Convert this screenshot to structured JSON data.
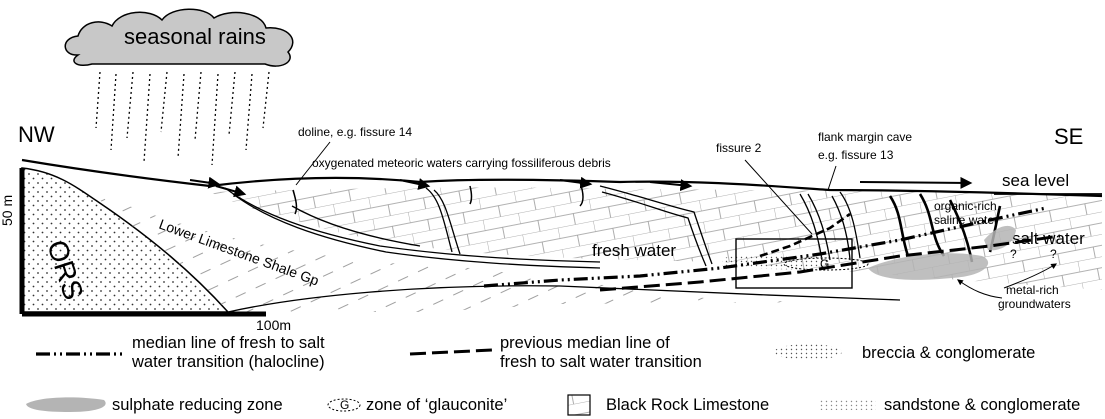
{
  "cloud_label": "seasonal rains",
  "directions": {
    "left": "NW",
    "right": "SE"
  },
  "scale": {
    "vertical": "50 m",
    "horizontal": "100m"
  },
  "labels": {
    "doline": "doline, e.g. fissure 14",
    "meteoric": "oxygenated meteoric waters carrying fossiliferous debris",
    "fissure2": "fissure 2",
    "flank1": "flank margin cave",
    "flank2": "e.g. fissure 13",
    "sea_level": "sea level",
    "organic1": "organic-rich",
    "organic2": "saline water",
    "salt_water": "salt water",
    "fresh_water": "fresh water",
    "ors": "ORS",
    "shale": "Lower Limestone Shale Gp",
    "metal1": "metal-rich",
    "metal2": "groundwaters",
    "glauconite_symbol": "G",
    "q1": "?",
    "q2": "?"
  },
  "legend": [
    {
      "key": "halocline",
      "line1": "median line of fresh to salt",
      "line2": "water transition (halocline)"
    },
    {
      "key": "previous",
      "line1": "previous median line of",
      "line2": "fresh to salt water transition"
    },
    {
      "key": "breccia",
      "line1": "breccia & conglomerate"
    },
    {
      "key": "sulphate",
      "line1": "sulphate reducing zone"
    },
    {
      "key": "glauconite",
      "line1": "zone of ‘glauconite’",
      "symbol": "G"
    },
    {
      "key": "limestone",
      "line1": "Black Rock Limestone"
    },
    {
      "key": "sandstone",
      "line1": "sandstone & conglomerate"
    }
  ],
  "colors": {
    "ink": "#000000",
    "sulphate": "#b4b4b4",
    "cloud": "#c8c8c8"
  }
}
